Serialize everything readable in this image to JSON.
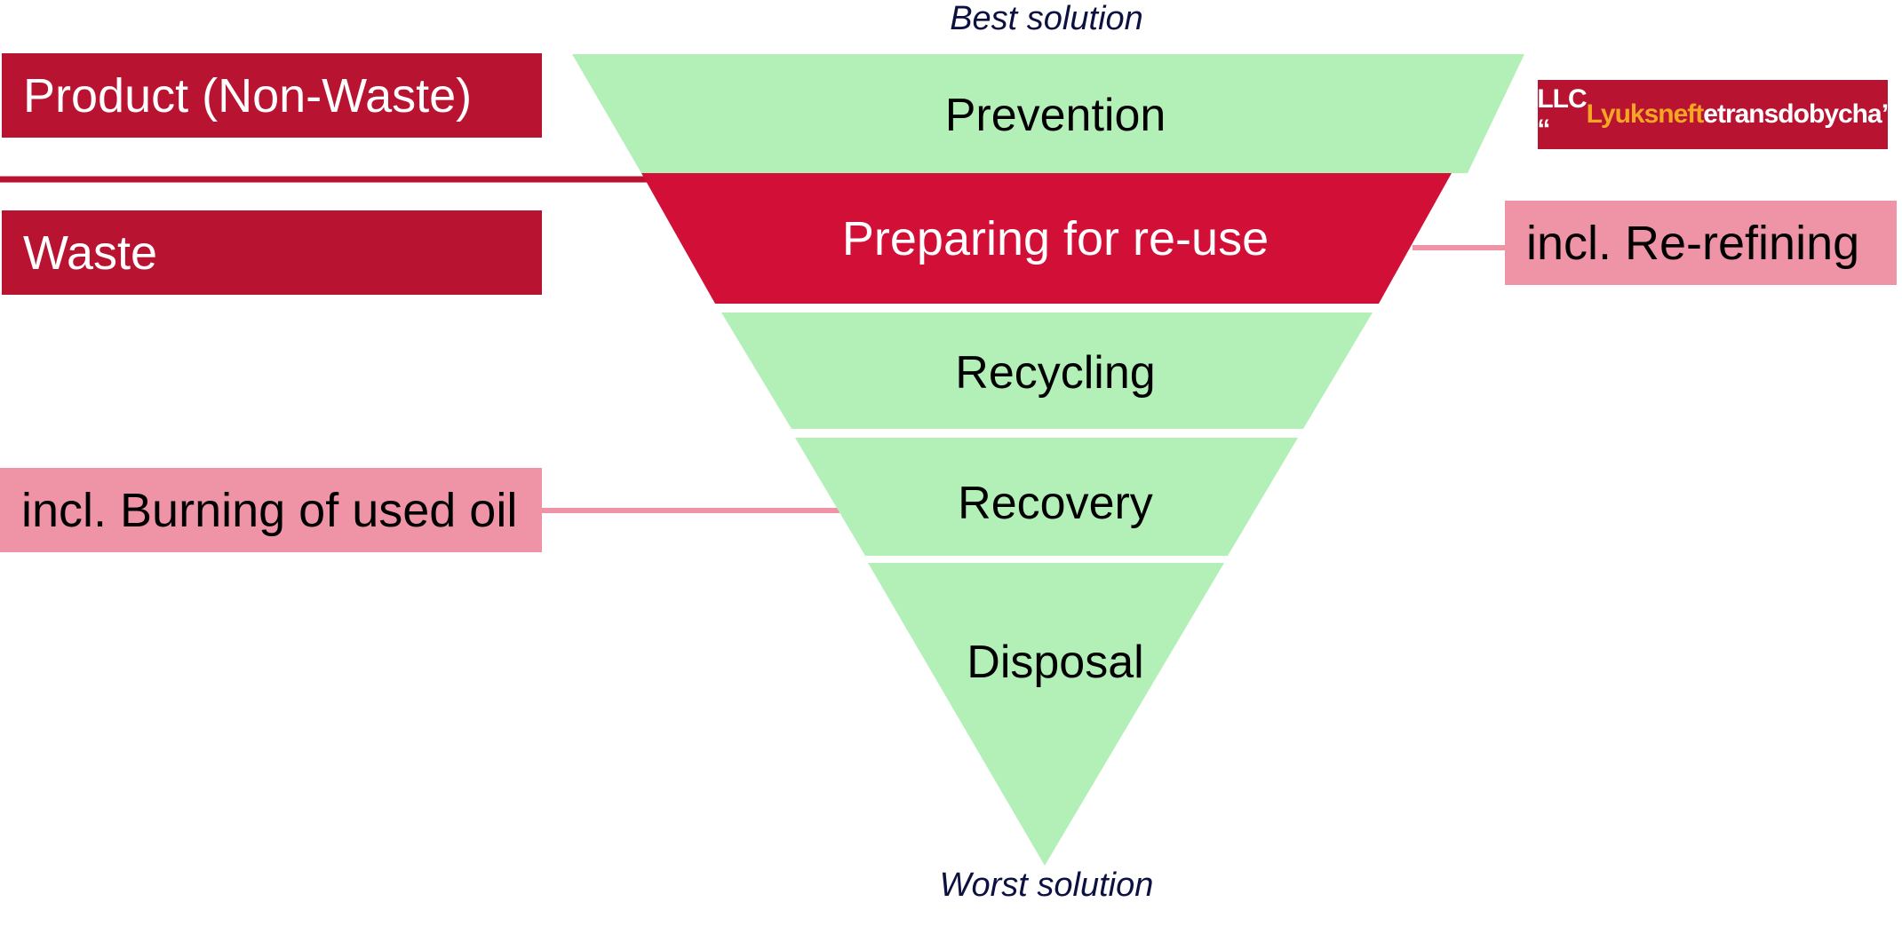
{
  "captions": {
    "best": "Best solution",
    "worst": "Worst solution"
  },
  "tiers": [
    {
      "label": "Prevention",
      "color": "#b3f0b8"
    },
    {
      "label": "Preparing for re-use",
      "color": "#d20f36"
    },
    {
      "label": "Recycling",
      "color": "#b3f0b8"
    },
    {
      "label": "Recovery",
      "color": "#b3f0b8"
    },
    {
      "label": "Disposal",
      "color": "#b3f0b8"
    }
  ],
  "side_boxes": {
    "product": "Product (Non-Waste)",
    "waste": "Waste",
    "burning": "incl. Burning of used oil",
    "rerefining": "incl. Re-refining"
  },
  "logo": {
    "prefix": "LLC “",
    "highlight": "Lyuksneft",
    "suffix": "etransdobycha”",
    "icon": "flame-icon"
  },
  "colors": {
    "dark_red": "#b91332",
    "accent_red": "#d20f36",
    "pink": "#ef94a7",
    "green": "#b3f0b8"
  }
}
